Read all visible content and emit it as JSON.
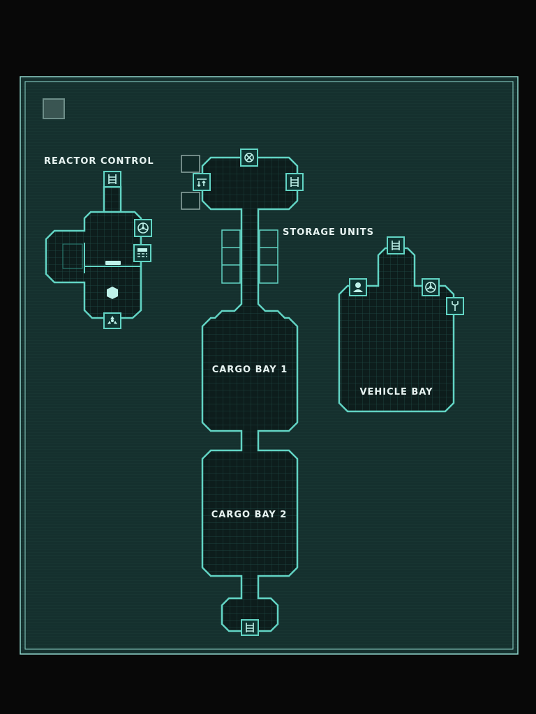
{
  "map": {
    "rooms": {
      "reactor_control": "REACTOR CONTROL",
      "storage_units": "STORAGE UNITS",
      "cargo_bay_1": "CARGO BAY 1",
      "cargo_bay_2": "CARGO BAY 2",
      "vehicle_bay": "VEHICLE BAY"
    },
    "icons": [
      "ladder-icon",
      "ventilation-fan-icon",
      "computer-terminal-icon",
      "radiation-icon",
      "gear-icon",
      "elevator-icon",
      "crew-icon",
      "wrench-icon"
    ],
    "colors": {
      "background": "#080808",
      "map_panel": "#12302e",
      "wall": "#62d4c4",
      "label": "#e8f4f2"
    }
  }
}
